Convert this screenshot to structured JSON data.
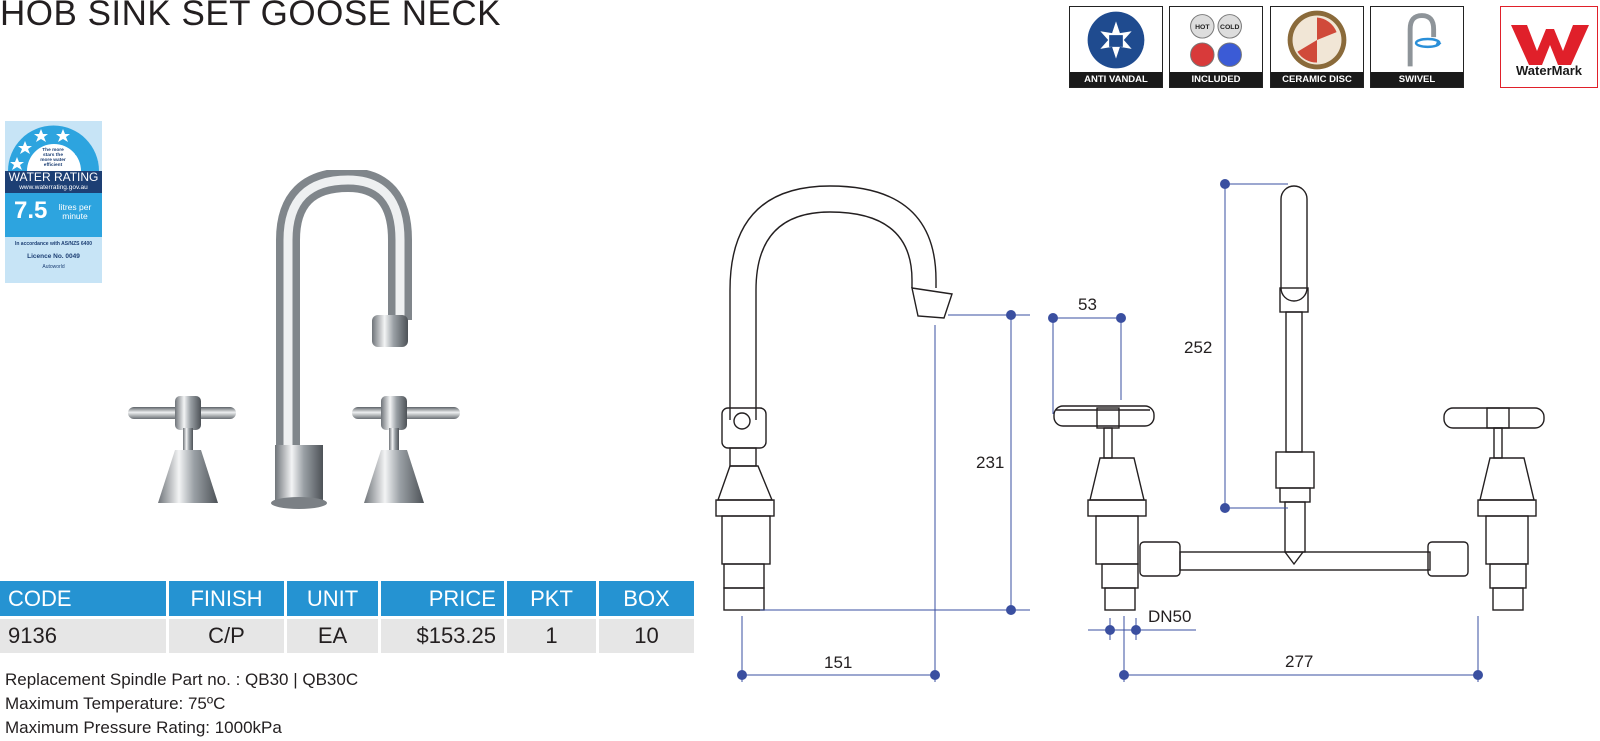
{
  "title": "HOB SINK SET GOOSE NECK",
  "badges": [
    {
      "label": "ANTI VANDAL",
      "icon": "anti-vandal-icon"
    },
    {
      "label": "INCLUDED",
      "icon": "hot-cold-indices-icon",
      "hot": "HOT",
      "cold": "COLD"
    },
    {
      "label": "CERAMIC DISC",
      "icon": "ceramic-disc-icon"
    },
    {
      "label": "SWIVEL",
      "icon": "swivel-icon"
    }
  ],
  "watermark": {
    "label": "WaterMark",
    "color": "#e0202a"
  },
  "water_rating": {
    "title": "WATER RATING",
    "website": "www.waterrating.gov.au",
    "stars_note": "The more stars the more water efficient",
    "value": "7.5",
    "unit": "litres per minute",
    "standard": "In accordance with AS/NZS 6400",
    "licence": "Licence No. 0049",
    "licensee": "Autoworld"
  },
  "table": {
    "headers": [
      "CODE",
      "FINISH",
      "UNIT",
      "PRICE",
      "PKT",
      "BOX"
    ],
    "rows": [
      [
        "9136",
        "C/P",
        "EA",
        "$153.25",
        "1",
        "10"
      ]
    ]
  },
  "notes": [
    "Replacement Spindle Part no.  : QB30 | QB30C",
    "Maximum Temperature: 75ºC",
    "Maximum Pressure Rating: 1000kPa"
  ],
  "dimensions": {
    "spout_projection": "151",
    "spout_height": "231",
    "handle_width": "53",
    "outlet_height": "252",
    "pipe_size": "DN50",
    "centres": "277"
  },
  "colors": {
    "table_header": "#2593d2",
    "table_row": "#e6e6e6",
    "dimension_line": "#3a4fa0"
  }
}
